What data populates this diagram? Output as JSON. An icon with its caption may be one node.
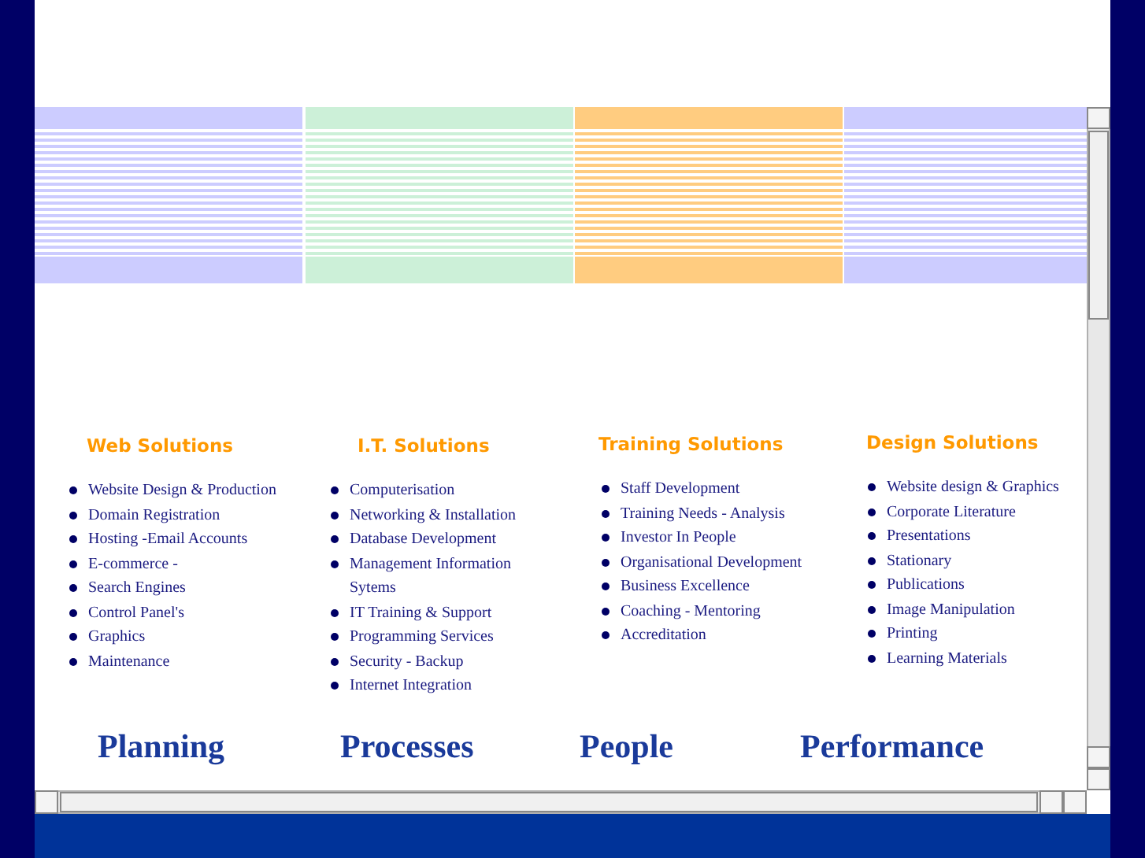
{
  "diagram": {
    "labels": [
      "Web Solutions",
      "Website Design & Production",
      "Domain Registration",
      "Hosting -Email Accounts",
      "E-commerce -",
      "Search Engines",
      "Control Panel's",
      "Graphics",
      "Maintenance",
      "I.T. Solutions",
      "Computerisation",
      "Networking & Installation",
      "Database Development",
      "Management Information Sytems",
      "IT Training & Support",
      "Programming Services",
      "Security - Backup",
      "Internet Integration",
      "Training Solutions",
      "Staff Development",
      "Training Needs - Analysis",
      "Investor In People",
      "Organisational Development",
      "Business Excellence",
      "Coaching - Mentoring",
      "Accreditation",
      "Design Solutions",
      "Website design & Graphics",
      "Corporate Literature",
      "Presentations",
      "Stationary",
      "Publications",
      "Image Manipulation",
      "Printing",
      "Learning Materials",
      "Planning",
      "Processes",
      "People",
      "Performance"
    ]
  }
}
